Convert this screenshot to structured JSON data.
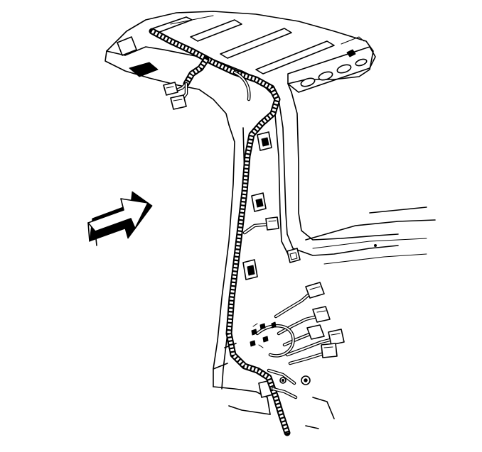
{
  "diagram": {
    "colors": {
      "line": "#000000",
      "background": "#ffffff"
    },
    "components": {
      "arrow": "view-direction-arrow",
      "harness": "wiring-harness",
      "pillar": "body-pillar",
      "roof": "roof-panel",
      "clips": "harness-retainer-clips",
      "connectors": "electrical-connectors"
    }
  }
}
